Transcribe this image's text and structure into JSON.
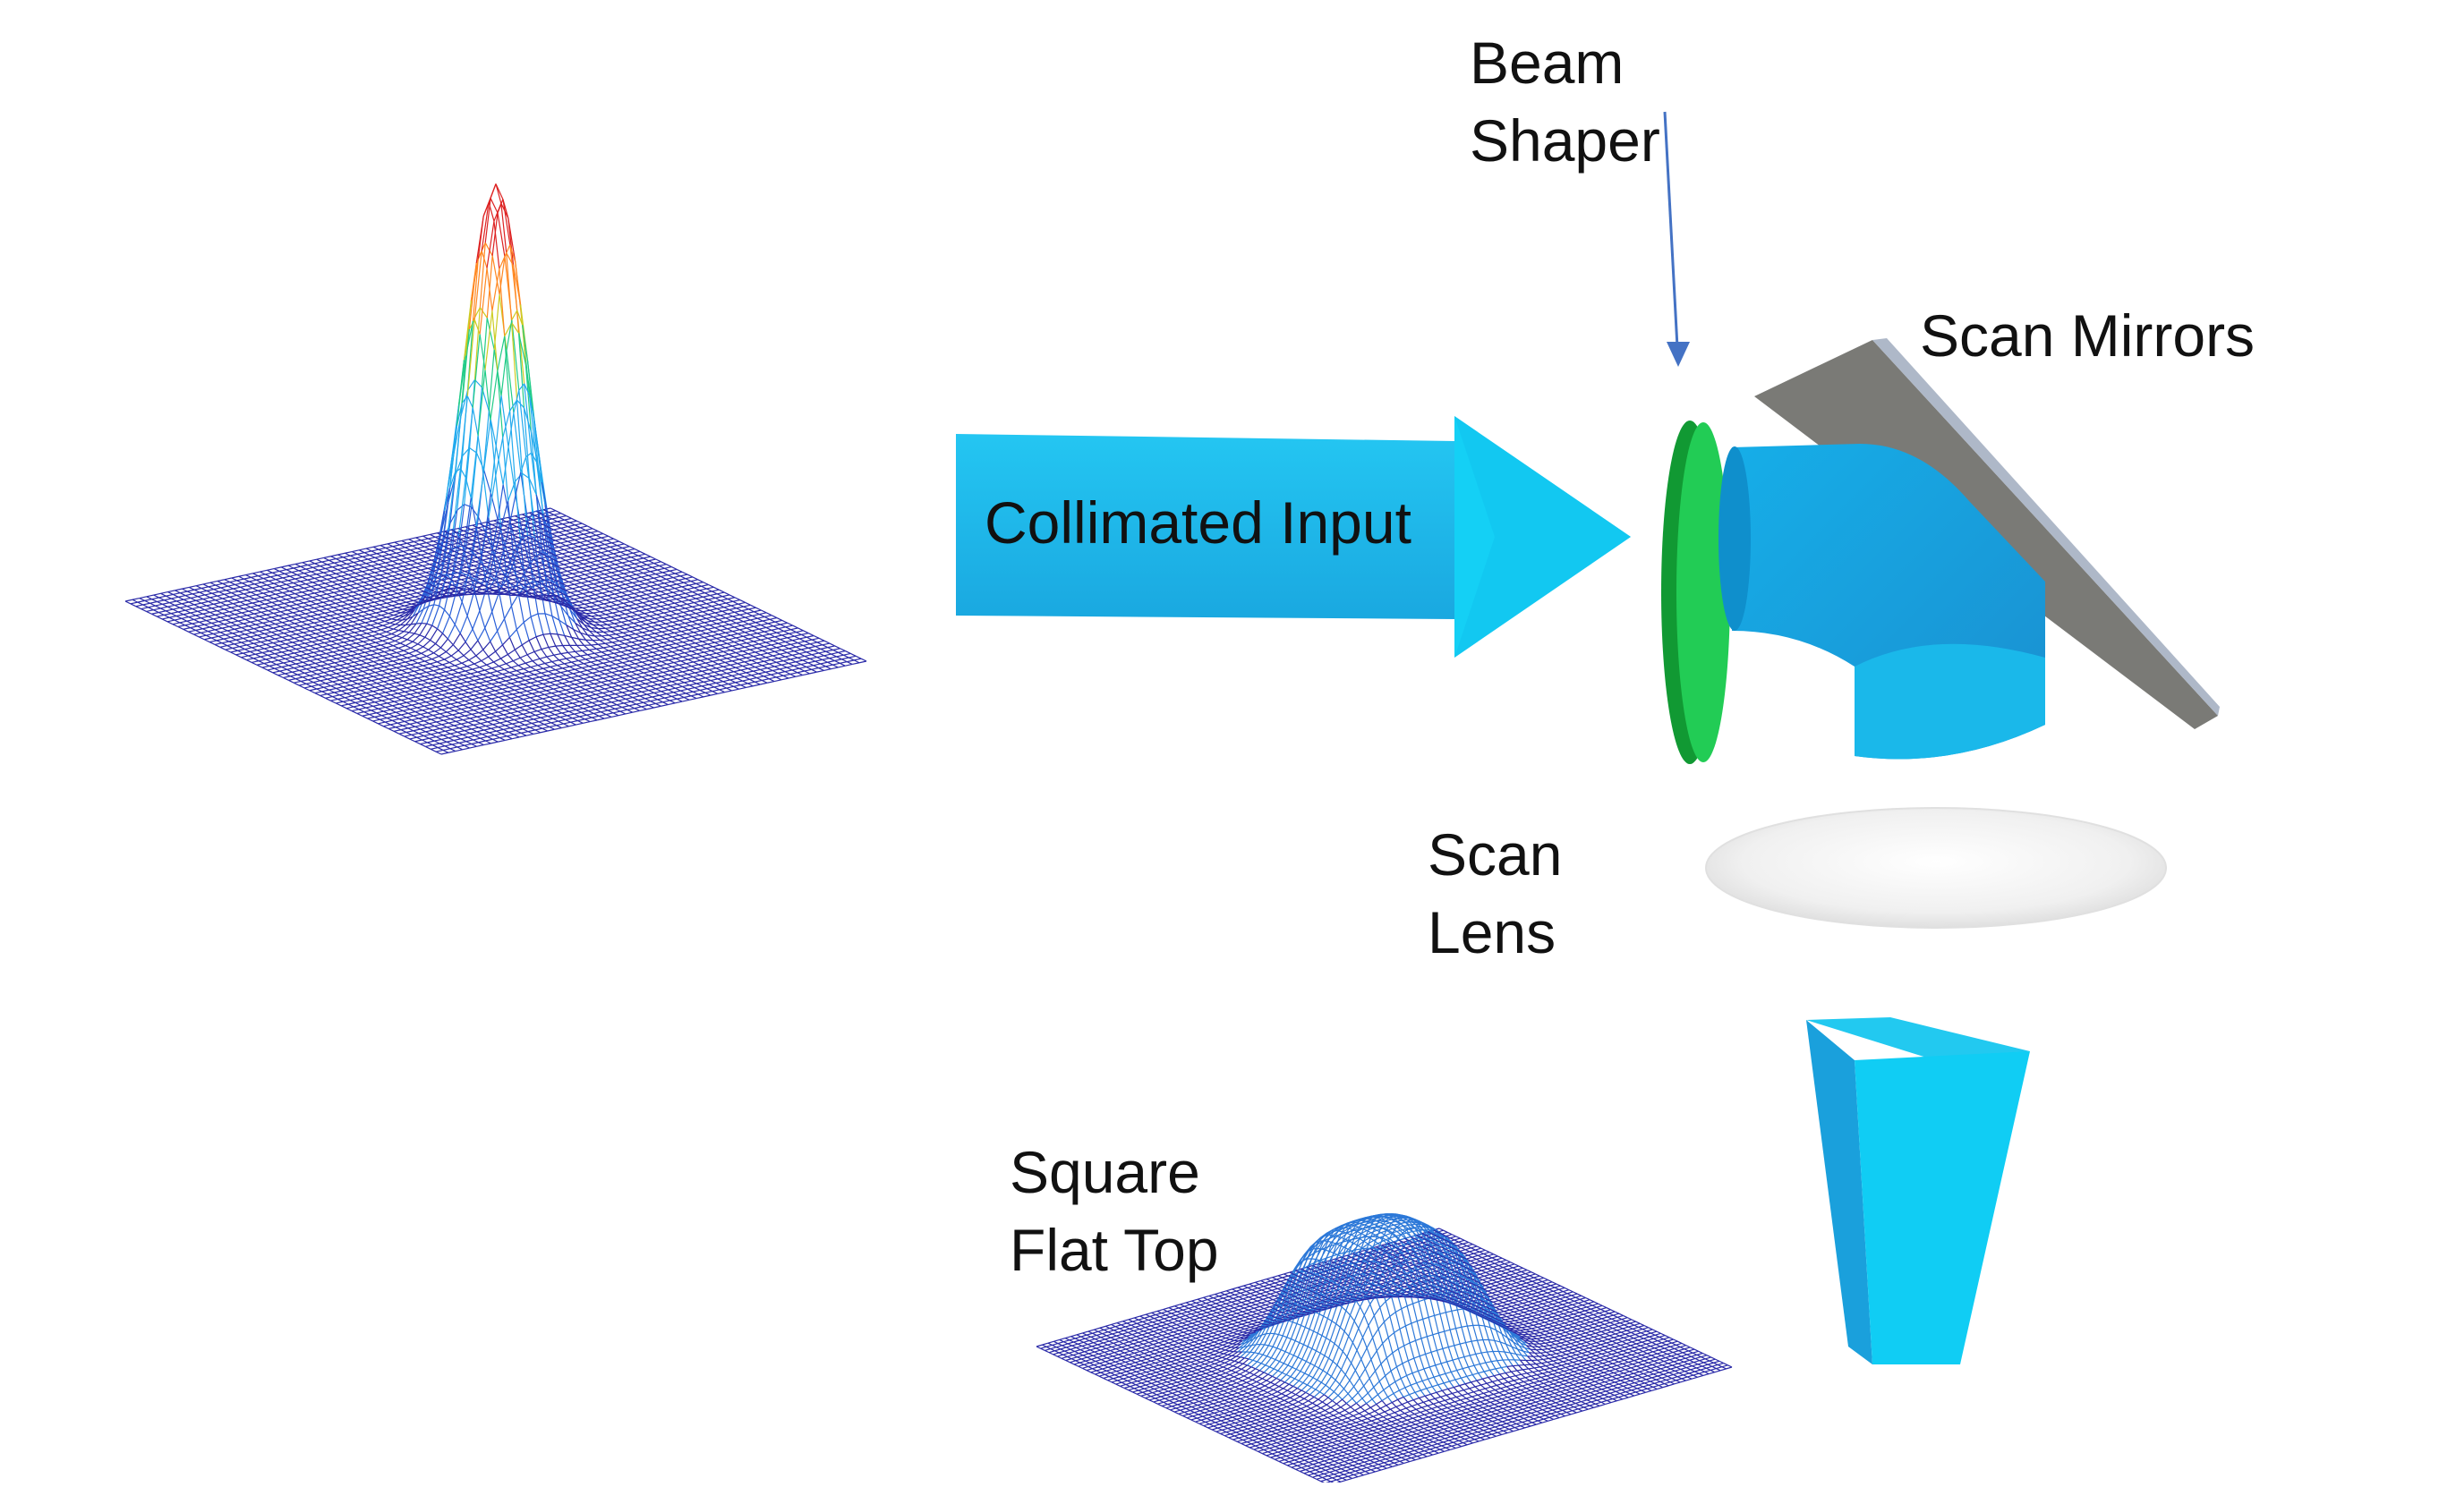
{
  "labels": {
    "beam_shaper_line1": "Beam",
    "beam_shaper_line2": "Shaper",
    "scan_mirrors": "Scan Mirrors",
    "collimated_input": "Collimated Input",
    "scan_lens_line1": "Scan",
    "scan_lens_line2": "Lens",
    "square_flat_top_line1": "Square",
    "square_flat_top_line2": "Flat Top"
  },
  "colors": {
    "beam_cyan": "#1ab8ea",
    "beam_cyan_light": "#14d0f5",
    "beam_dark": "#0f8fcc",
    "shaper_green": "#22cc55",
    "shaper_dark_green": "#119933",
    "mirror_gray": "#7a7a76",
    "mirror_edge": "#aeb8c8",
    "lens_white": "#f2f2f2",
    "mesh_blue": "#2a2aa8",
    "arrow_blue": "#4472c4"
  },
  "profiles": {
    "input": "gaussian",
    "output": "square-flat-top"
  }
}
